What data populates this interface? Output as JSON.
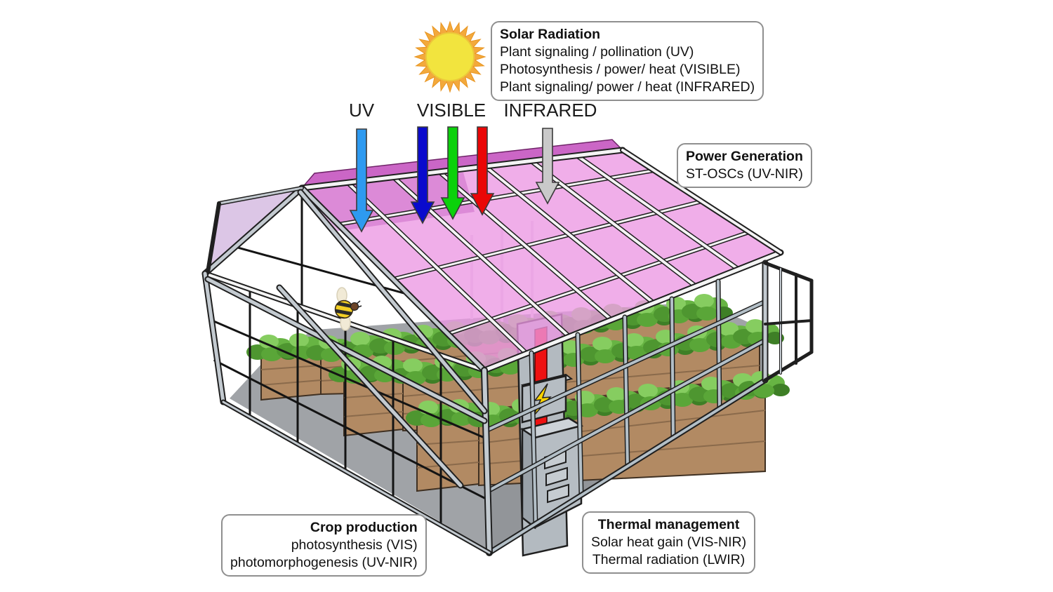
{
  "solar_box": {
    "title": "Solar Radiation",
    "line1": "Plant signaling / pollination (UV)",
    "line2": "Photosynthesis / power/ heat (VISIBLE)",
    "line3": "Plant signaling/ power / heat (INFRARED)"
  },
  "labels": {
    "uv": "UV",
    "visible": "VISIBLE",
    "infrared": "INFRARED"
  },
  "power_box": {
    "title": "Power Generation",
    "line1": "ST-OSCs (UV-NIR)"
  },
  "crop_box": {
    "title": "Crop production",
    "line1": "photosynthesis (VIS)",
    "line2": "photomorphogenesis (UV-NIR)"
  },
  "thermal_box": {
    "title": "Thermal management",
    "line1": "Solar heat gain (VIS-NIR)",
    "line2": "Thermal radiation (LWIR)"
  },
  "arrows": [
    {
      "name": "uv-arrow",
      "color": "#2e9af0"
    },
    {
      "name": "visible-blue-arrow",
      "color": "#0a0acd"
    },
    {
      "name": "visible-green-arrow",
      "color": "#0bd10b"
    },
    {
      "name": "visible-red-arrow",
      "color": "#ea0606"
    },
    {
      "name": "infrared-arrow",
      "color": "#c9c9c9"
    }
  ],
  "colors": {
    "sun_core": "#f2e43e",
    "sun_rays": "#f3a93c",
    "roof_pink": "#ec97e3",
    "roof_far_strip": "#cb66c6",
    "roof_far_sliver": "#dcc6e6",
    "floor_gray": "#a0a3a7",
    "cable_red": "#ee1111",
    "bolt_yellow": "#ffd400"
  },
  "icons": [
    "sun-icon",
    "bee-icon",
    "lightning-bolt-icon"
  ]
}
